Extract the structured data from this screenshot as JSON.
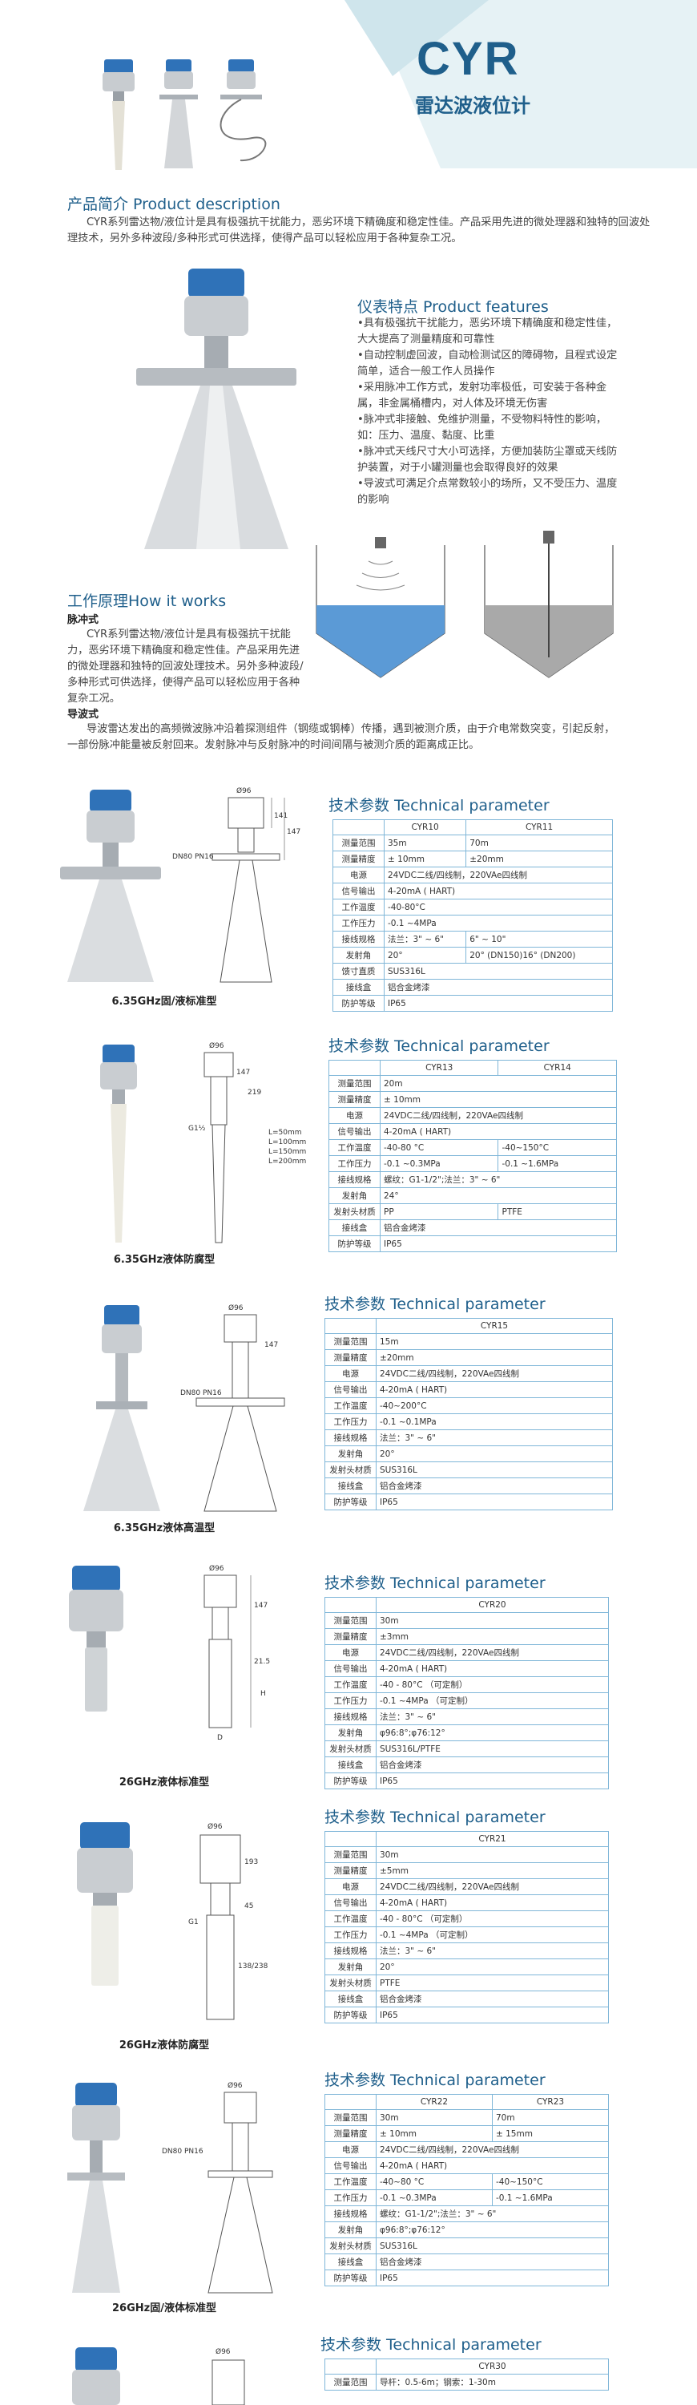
{
  "header": {
    "brand": "CYR",
    "subtitle": "雷达波液位计"
  },
  "intro": {
    "title": "产品简介 Product description",
    "text": "CYR系列雷达物/液位计是具有极强抗干扰能力，恶劣环境下精确度和稳定性佳。产品采用先进的微处理器和独特的回波处理技术，另外多种波段/多种形式可供选择，使得产品可以轻松应用于各种复杂工况。"
  },
  "features": {
    "title": "仪表特点 Product features",
    "items": [
      "•具有极强抗干扰能力，恶劣环境下精确度和稳定性佳，大大提高了测量精度和可靠性",
      "•自动控制虚回波，自动检测试区的障碍物，且程式设定简单，适合一般工作人员操作",
      "•采用脉冲工作方式，发射功率极低，可安装于各种金属，非金属桶槽内，对人体及环境无伤害",
      "•脉冲式非接触、免维护测量，不受物料特性的影响，如：压力、温度、黏度、比重",
      "•脉冲式天线尺寸大小可选择，方便加装防尘罩或天线防护装置，对于小罐测量也会取得良好的效果",
      "•导波式可满足介点常数较小的场所，又不受压力、温度的影响"
    ]
  },
  "principle": {
    "title": "工作原理How it works",
    "pulse_label": "脉冲式",
    "pulse_text": "CYR系列雷达物/液位计是具有极强抗干扰能力，恶劣环境下精确度和稳定性佳。产品采用先进的微处理器和独特的回波处理技术。另外多种波段/多种形式可供选择，使得产品可以轻松应用于各种复杂工况。",
    "guided_label": "导波式",
    "guided_text": "导波雷达发出的高频微波脉冲沿着探测组件（钢缆或钢棒）传播，遇到被测介质，由于介电常数突变，引起反射，一部份脉冲能量被反射回来。发射脉冲与反射脉冲的时间间隔与被测介质的距离成正比。"
  },
  "params_title": "技术参数 Technical parameter",
  "products": [
    {
      "caption": "6.35GHz固/液标准型",
      "dims": [
        "Ø96",
        "141",
        "147",
        "DN80 PN16"
      ],
      "cols": [
        "CYR10",
        "CYR11"
      ],
      "rows": [
        [
          "测量范围",
          "35m",
          "70m"
        ],
        [
          "测量精度",
          "± 10mm",
          "±20mm"
        ],
        [
          "电源",
          "24VDC二线/四线制，220VAe四线制",
          ""
        ],
        [
          "信号输出",
          "4-20mA ( HART)",
          ""
        ],
        [
          "工作温度",
          "-40-80°C",
          ""
        ],
        [
          "工作压力",
          "-0.1 ~4MPa",
          ""
        ],
        [
          "接线规格",
          "法兰：3\" ~ 6\"",
          "6\" ~ 10\""
        ],
        [
          "发射角",
          "20°",
          "20° (DN150)16° (DN200)"
        ],
        [
          "馈寸直质",
          "SUS316L",
          ""
        ],
        [
          "接线盒",
          "铝合金烤漆",
          ""
        ],
        [
          "防护等级",
          "IP65",
          ""
        ]
      ]
    },
    {
      "caption": "6.35GHz液体防腐型",
      "dims": [
        "Ø96",
        "147",
        "219",
        "G1½",
        "L=50mm",
        "L=100mm",
        "L=150mm",
        "L=200mm"
      ],
      "cols": [
        "CYR13",
        "CYR14"
      ],
      "rows": [
        [
          "测量范围",
          "20m",
          ""
        ],
        [
          "测量精度",
          "± 10mm",
          ""
        ],
        [
          "电源",
          "24VDC二线/四线制，220VAe四线制",
          ""
        ],
        [
          "信号输出",
          "4-20mA ( HART)",
          ""
        ],
        [
          "工作温度",
          "-40-80 °C",
          "-40~150°C"
        ],
        [
          "工作压力",
          "-0.1 ~0.3MPa",
          "-0.1 ~1.6MPa"
        ],
        [
          "接线规格",
          "螺纹：G1-1/2\";法兰：3\" ~ 6\"",
          ""
        ],
        [
          "发射角",
          "24°",
          ""
        ],
        [
          "发射头材质",
          "PP",
          "PTFE"
        ],
        [
          "接线盒",
          "铝合金烤漆",
          ""
        ],
        [
          "防护等级",
          "IP65",
          ""
        ]
      ]
    },
    {
      "caption": "6.35GHz液体高温型",
      "dims": [
        "Ø96",
        "147",
        "DN80 PN16"
      ],
      "cols": [
        "CYR15"
      ],
      "rows": [
        [
          "测量范围",
          "15m"
        ],
        [
          "测量精度",
          "±20mm"
        ],
        [
          "电源",
          "24VDC二线/四线制，220VAe四线制"
        ],
        [
          "信号输出",
          "4-20mA ( HART)"
        ],
        [
          "工作温度",
          "-40~200°C"
        ],
        [
          "工作压力",
          "-0.1 ~0.1MPa"
        ],
        [
          "接线规格",
          "法兰：3\" ~ 6\""
        ],
        [
          "发射角",
          "20°"
        ],
        [
          "发射头材质",
          "SUS316L"
        ],
        [
          "接线盒",
          "铝合金烤漆"
        ],
        [
          "防护等级",
          "IP65"
        ]
      ]
    },
    {
      "caption": "26GHz液体标准型",
      "dims": [
        "Ø96",
        "147",
        "21.5",
        "H",
        "D"
      ],
      "cols": [
        "CYR20"
      ],
      "rows": [
        [
          "测量范围",
          "30m"
        ],
        [
          "测量精度",
          "±3mm"
        ],
        [
          "电源",
          "24VDC二线/四线制，220VAe四线制"
        ],
        [
          "信号输出",
          "4-20mA ( HART)"
        ],
        [
          "工作温度",
          "-40 - 80°C （可定制）"
        ],
        [
          "工作压力",
          "-0.1 ~4MPa （可定制）"
        ],
        [
          "接线规格",
          "法兰：3\" ~ 6\""
        ],
        [
          "发射角",
          "φ96:8°;φ76:12°"
        ],
        [
          "发射头材质",
          "SUS316L/PTFE"
        ],
        [
          "接线盒",
          "铝合金烤漆"
        ],
        [
          "防护等级",
          "IP65"
        ]
      ]
    },
    {
      "caption": "26GHz液体防腐型",
      "dims": [
        "Ø96",
        "193",
        "45",
        "G1",
        "138/238"
      ],
      "cols": [
        "CYR21"
      ],
      "rows": [
        [
          "测量范围",
          "30m"
        ],
        [
          "测量精度",
          "±5mm"
        ],
        [
          "电源",
          "24VDC二线/四线制，220VAe四线制"
        ],
        [
          "信号输出",
          "4-20mA ( HART)"
        ],
        [
          "工作温度",
          "-40 - 80°C （可定制）"
        ],
        [
          "工作压力",
          "-0.1 ~4MPa （可定制）"
        ],
        [
          "接线规格",
          "法兰：3\" ~ 6\""
        ],
        [
          "发射角",
          "20°"
        ],
        [
          "发射头材质",
          "PTFE"
        ],
        [
          "接线盒",
          "铝合金烤漆"
        ],
        [
          "防护等级",
          "IP65"
        ]
      ]
    },
    {
      "caption": "26GHz固/液体标准型",
      "dims": [
        "Ø96",
        "DN80 PN16"
      ],
      "cols": [
        "CYR22",
        "CYR23"
      ],
      "rows": [
        [
          "测量范围",
          "30m",
          "70m"
        ],
        [
          "测量精度",
          "± 10mm",
          "± 15mm"
        ],
        [
          "电源",
          "24VDC二线/四线制，220VAe四线制",
          ""
        ],
        [
          "信号输出",
          "4-20mA ( HART)",
          ""
        ],
        [
          "工作温度",
          "-40~80 °C",
          "-40~150°C"
        ],
        [
          "工作压力",
          "-0.1 ~0.3MPa",
          "-0.1 ~1.6MPa"
        ],
        [
          "接线规格",
          "螺纹：G1-1/2\";法兰：3\" ~ 6\"",
          ""
        ],
        [
          "发射角",
          "φ96:8°;φ76:12°",
          ""
        ],
        [
          "发射头材质",
          "SUS316L",
          ""
        ],
        [
          "接线盒",
          "铝合金烤漆",
          ""
        ],
        [
          "防护等级",
          "IP65",
          ""
        ]
      ]
    },
    {
      "caption": "",
      "dims": [
        "Ø96"
      ],
      "cols": [
        "CYR30"
      ],
      "rows": [
        [
          "测量范围",
          "导杆：0.5-6m；钢索：1-30m"
        ]
      ]
    }
  ]
}
